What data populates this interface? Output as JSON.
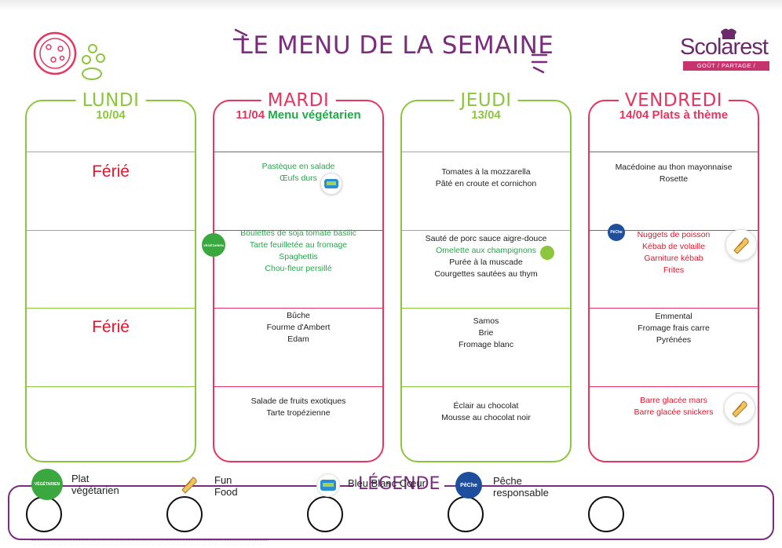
{
  "header": {
    "title": "LE MENU DE LA SEMAINE"
  },
  "logo": {
    "brand": "Scolarest",
    "tagline": "GOÛT / PARTAGE / PROXIMITÉ"
  },
  "days": [
    {
      "name": "LUNDI",
      "sub": "10/04",
      "rows": [
        [
          "Férié"
        ],
        [],
        [
          "Férié"
        ],
        []
      ]
    },
    {
      "name": "MARDI",
      "sub_date": "11/04",
      "sub_label": "Menu végétarien",
      "rows": [
        [
          "Pastèque en salade",
          "Œufs durs"
        ],
        [
          "Boulettes de soja tomate basilic",
          "Tarte feuilletée au fromage",
          "Spaghettis",
          "Chou-fleur persillé"
        ],
        [
          "Bûche",
          "Fourme d'Ambert",
          "Edam"
        ],
        [
          "Salade de fruits exotiques",
          "Tarte tropézienne"
        ]
      ]
    },
    {
      "name": "JEUDI",
      "sub": "13/04",
      "rows": [
        [
          "Tomates à la mozzarella",
          "Pâté en croute et cornichon"
        ],
        [
          "Sauté de porc sauce aigre-douce",
          "Omelette aux champignons",
          "Purée à la muscade",
          "Courgettes sautées au thym"
        ],
        [
          "Samos",
          "Brie",
          "Fromage blanc"
        ],
        [
          "Éclair au chocolat",
          "Mousse au chocolat noir"
        ]
      ]
    },
    {
      "name": "VENDREDI",
      "sub": "14/04 Plats à thème",
      "rows": [
        [
          "Macédoine au thon mayonnaise",
          "Rosette"
        ],
        [
          "Nuggets de poisson",
          "Kébab de volaille",
          "Garniture kébab",
          "Frites"
        ],
        [
          "Emmental",
          "Fromage frais carre",
          "Pyrénées"
        ],
        [
          "Barre glacée mars",
          "Barre glacée snickers"
        ]
      ]
    }
  ],
  "badges": {
    "vegetarian": "VÉGÉTARIEN",
    "bbc": "BLEU BLANC CŒUR",
    "peche": "PêChe"
  },
  "legend": {
    "title": "LÉGENDE",
    "items": [
      {
        "label_1": "Plat",
        "label_2": "végétarien"
      },
      {
        "label_1": "Fun",
        "label_2": "Food"
      },
      {
        "label_1": "Bleu Blanc Cœur"
      },
      {
        "label_1": "Pêche",
        "label_2": "responsable"
      }
    ]
  },
  "colors": {
    "lundi": "#8cc63f",
    "mardi": "#e5365f",
    "jeudi": "#8cc63f",
    "vendredi": "#e5365f",
    "purple": "#7a2c7d",
    "green_text": "#22a94a",
    "red_text": "#e3152c"
  }
}
